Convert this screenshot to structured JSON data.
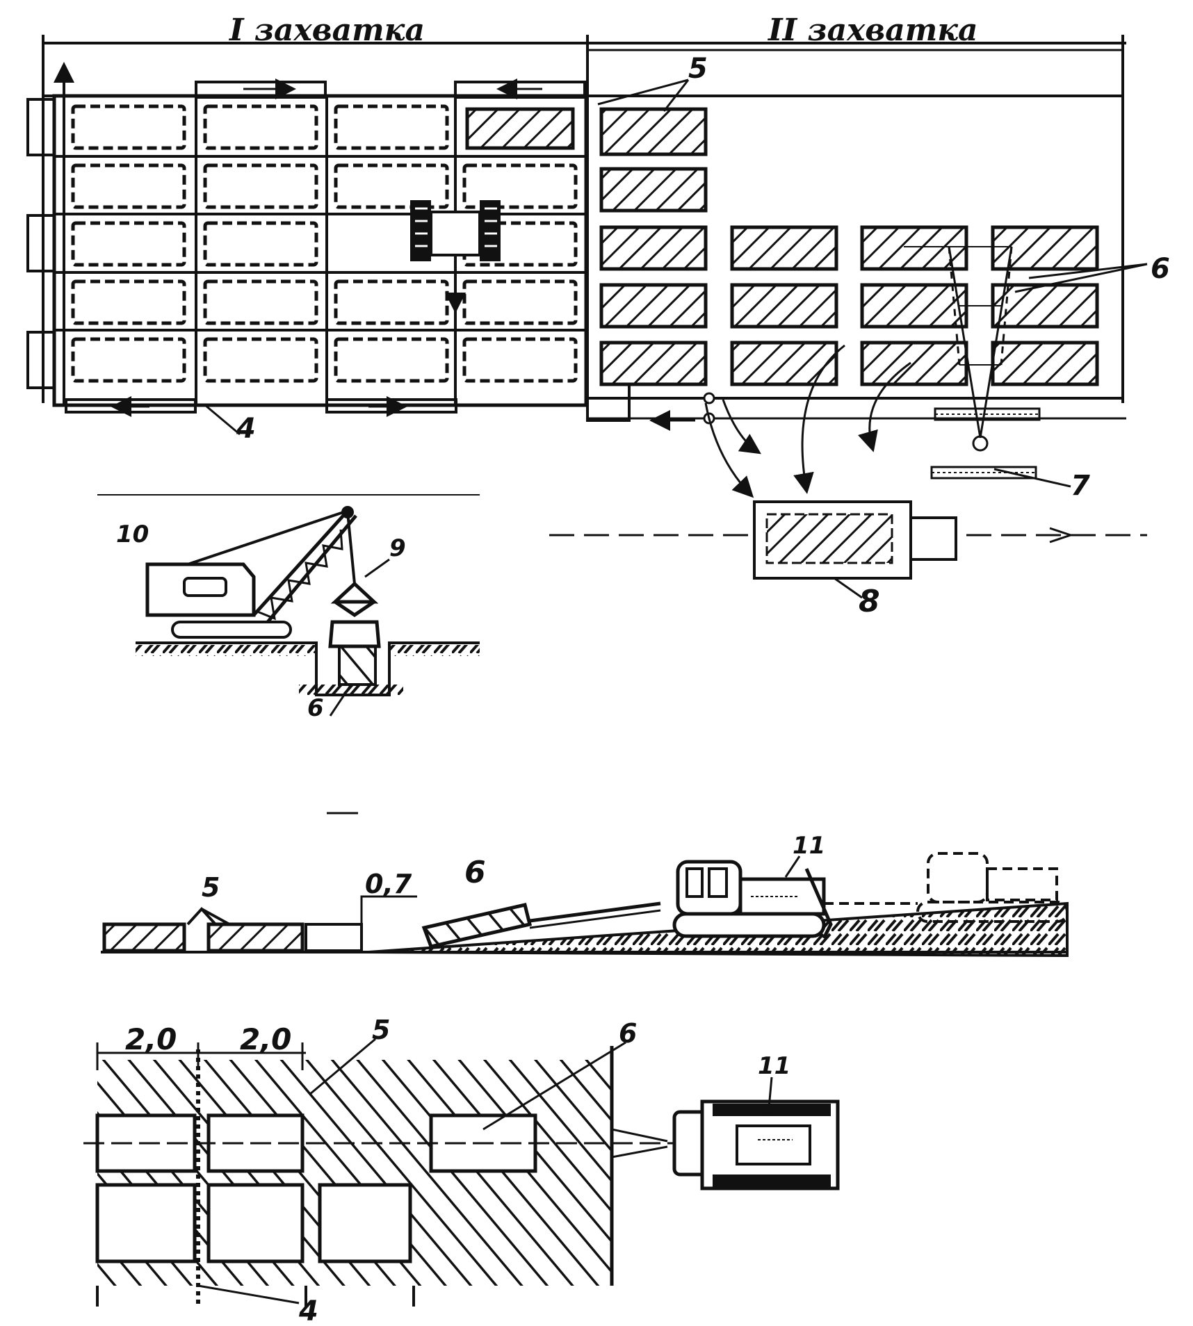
{
  "top_plan": {
    "zone_1_label": "I захватка",
    "zone_2_label": "II захватка",
    "callout_5": "5",
    "callout_6": "6",
    "callout_4": "4",
    "callout_7": "7",
    "callout_8": "8"
  },
  "crane_section": {
    "callout_10": "10",
    "callout_9": "9",
    "callout_6": "6"
  },
  "side_section": {
    "callout_5": "5",
    "dimension": "0,7",
    "callout_6": "6",
    "callout_11": "11"
  },
  "bottom_plan": {
    "dim_1": "2,0",
    "dim_2": "2,0",
    "callout_5": "5",
    "callout_6": "6",
    "callout_11": "11",
    "callout_4": "4"
  },
  "colors": {
    "ink": "#111111",
    "paper": "#ffffff"
  }
}
